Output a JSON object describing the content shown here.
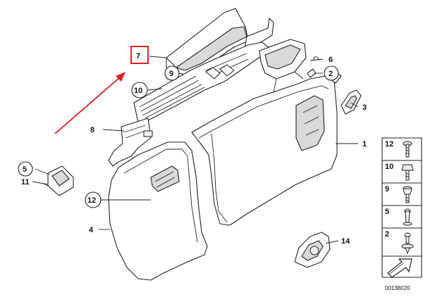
{
  "callouts": {
    "c1": "1",
    "c2": "2",
    "c3": "3",
    "c4": "4",
    "c5": "5",
    "c6": "6",
    "c7": "7",
    "c8": "8",
    "c9": "9",
    "c10": "10",
    "c11": "11",
    "c12": "12",
    "c14": "14"
  },
  "legend": {
    "items": [
      "12",
      "10",
      "9",
      "5",
      "2"
    ]
  },
  "diagram_id": "00138020",
  "colors": {
    "highlight": "#e02020",
    "line": "#222222",
    "shade": "#d9d9d9"
  }
}
